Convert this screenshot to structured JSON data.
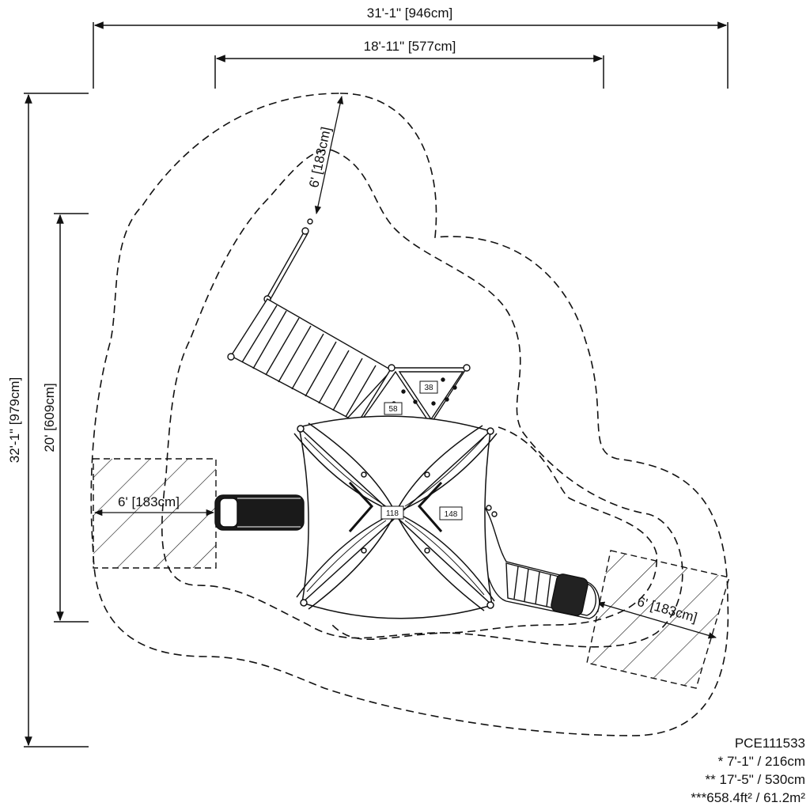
{
  "dimensions": {
    "overall_width": "31'-1\" [946cm]",
    "inner_width": "18'-11\" [577cm]",
    "overall_depth": "32'-1\" [979cm]",
    "inner_depth": "20' [609cm]",
    "clearance_top": "6' [183cm]",
    "clearance_left": "6' [183cm]",
    "clearance_right": "6' [183cm]"
  },
  "component_tags": {
    "tag_38": "38",
    "tag_58": "58",
    "tag_118": "118",
    "tag_148": "148"
  },
  "info": {
    "model": "PCE111533",
    "fall_height": "* 7'-1\" / 216cm",
    "max_height": "** 17'-5\" / 530cm",
    "area": "***658.4ft² / 61.2m²"
  },
  "colors": {
    "line": "#111111",
    "background": "#ffffff"
  }
}
